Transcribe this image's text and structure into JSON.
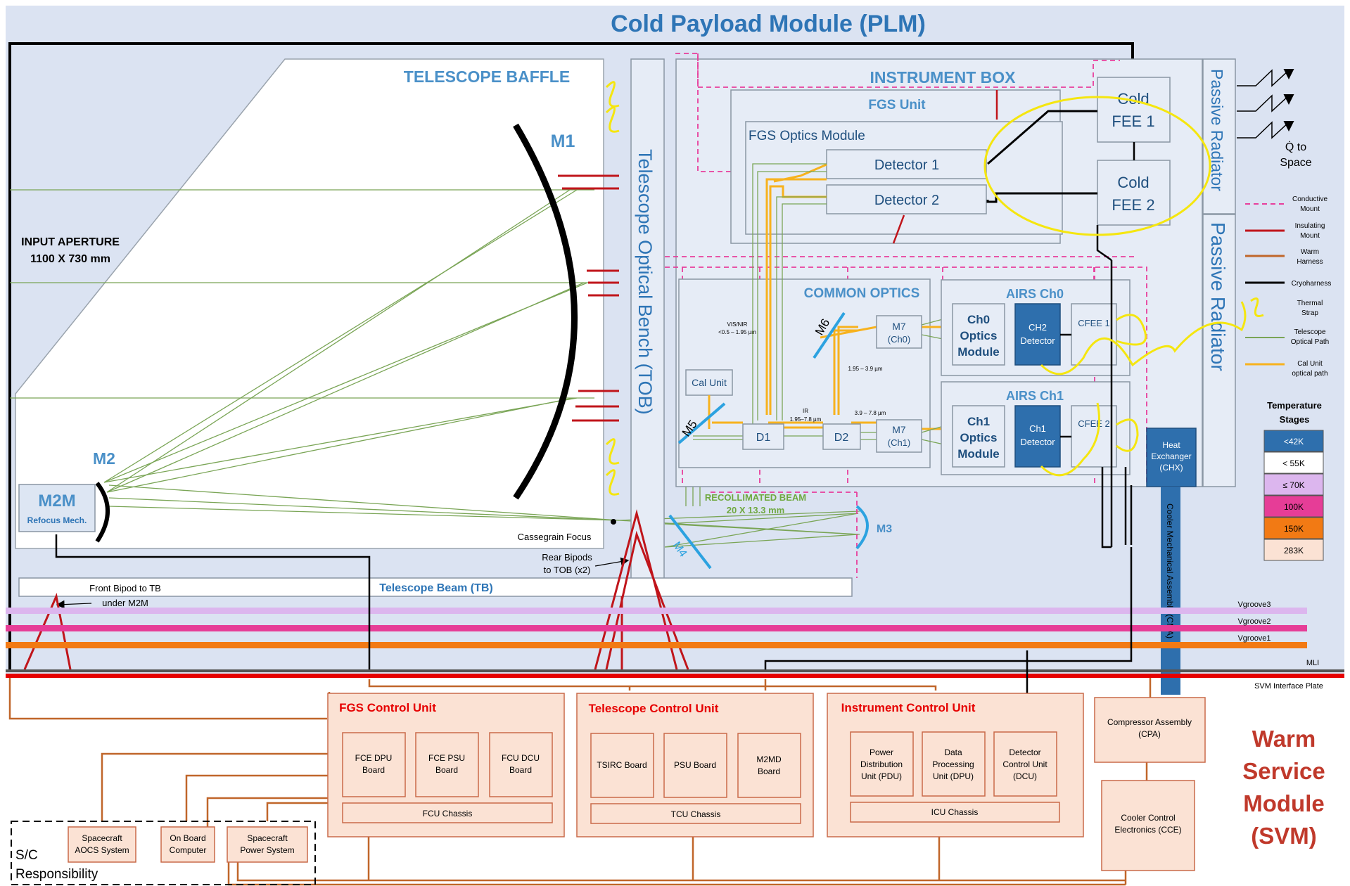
{
  "plm": {
    "title": "Cold Payload Module (PLM)",
    "telescope_baffle": "TELESCOPE BAFFLE",
    "input_aperture_line1": "INPUT APERTURE",
    "input_aperture_line2": "1100 X 730 mm",
    "m1": "M1",
    "m2": "M2",
    "m2m": "M2M",
    "m2m_sub": "Refocus Mech.",
    "cassegrain_focus": "Cassegrain Focus",
    "rear_bipods_line1": "Rear Bipods",
    "rear_bipods_line2": "to TOB (x2)",
    "front_bipod_line1": "Front Bipod to TB",
    "front_bipod_line2": "under M2M",
    "telescope_beam": "Telescope Beam (TB)",
    "tob": "Telescope Optical Bench (TOB)",
    "instrument_box": "INSTRUMENT BOX",
    "fgs_unit": "FGS Unit",
    "fgs_optics_module": "FGS Optics Module",
    "detector1": "Detector 1",
    "detector2": "Detector 2",
    "cold_fee1_line1": "Cold",
    "cold_fee1_line2": "FEE 1",
    "cold_fee2_line1": "Cold",
    "cold_fee2_line2": "FEE 2",
    "passive_radiator_1": "Passive Radiator",
    "passive_radiator_2": "Passive Radiator",
    "q_to_space_line1": "Q̇ to",
    "q_to_space_line2": "Space",
    "common_optics": "COMMON OPTICS",
    "vis_nir_line1": "VIS/NIR",
    "vis_nir_line2": "<0.5 – 1.95 µm",
    "cal_unit": "Cal Unit",
    "m5": "M5",
    "m6": "M6",
    "m4": "M4",
    "m3": "M3",
    "d1": "D1",
    "d2": "D2",
    "ir_line1": "IR",
    "ir_line2": "1.95–7.8 µm",
    "band_195_39": "1.95 – 3.9 µm",
    "band_39_78": "3.9 – 7.8 µm",
    "m7_ch0_line1": "M7",
    "m7_ch0_line2": "(Ch0)",
    "m7_ch1_line1": "M7",
    "m7_ch1_line2": "(Ch1)",
    "airs_ch0": "AIRS Ch0",
    "airs_ch1": "AIRS Ch1",
    "ch0_optics_line1": "Ch0",
    "ch0_optics_line2": "Optics",
    "ch0_optics_line3": "Module",
    "ch1_optics_line1": "Ch1",
    "ch1_optics_line2": "Optics",
    "ch1_optics_line3": "Module",
    "ch2_detector_line1": "CH2",
    "ch2_detector_line2": "Detector",
    "ch1_detector_line1": "Ch1",
    "ch1_detector_line2": "Detector",
    "cfee1": "CFEE 1",
    "cfee2": "CFEE 2",
    "heat_exchanger_line1": "Heat",
    "heat_exchanger_line2": "Exchanger",
    "heat_exchanger_line3": "(CHX)",
    "cma": "Cooler Mechanical Assembly (CMA)",
    "recollimated_beam_line1": "RECOLLIMATED BEAM",
    "recollimated_beam_line2": "20 X 13.3 mm",
    "vgroove3": "Vgroove3",
    "vgroove2": "Vgroove2",
    "vgroove1": "Vgroove1",
    "mli": "MLI",
    "svm_interface_plate": "SVM Interface Plate"
  },
  "legend": {
    "items": [
      {
        "label_line1": "Conductive",
        "label_line2": "Mount",
        "color": "#e83e9c",
        "style": "dashed"
      },
      {
        "label_line1": "Insulating",
        "label_line2": "Mount",
        "color": "#c0151b",
        "style": "solid"
      },
      {
        "label_line1": "Warm",
        "label_line2": "Harness",
        "color": "#c0662a",
        "style": "solid"
      },
      {
        "label_line1": "Cryoharness",
        "label_line2": "",
        "color": "#000000",
        "style": "solid"
      },
      {
        "label_line1": "Thermal",
        "label_line2": "Strap",
        "color": "#f5e60f",
        "style": "wavy"
      },
      {
        "label_line1": "Telescope",
        "label_line2": "Optical Path",
        "color": "#7aa556",
        "style": "solid"
      },
      {
        "label_line1": "Cal Unit",
        "label_line2": "optical path",
        "color": "#f7b21e",
        "style": "solid"
      }
    ],
    "temp_title_line1": "Temperature",
    "temp_title_line2": "Stages",
    "temp_stages": [
      {
        "label": "<42K",
        "color": "#2e6fad",
        "text_color": "#ffffff"
      },
      {
        "label": "< 55K",
        "color": "#ffffff",
        "text_color": "#000000"
      },
      {
        "label": "≤ 70K",
        "color": "#dcb6ee",
        "text_color": "#000000"
      },
      {
        "label": "100K",
        "color": "#e63d97",
        "text_color": "#000000"
      },
      {
        "label": "150K",
        "color": "#f27a14",
        "text_color": "#000000"
      },
      {
        "label": "283K",
        "color": "#fbe2d4",
        "text_color": "#000000"
      }
    ]
  },
  "svm": {
    "title_line1": "Warm",
    "title_line2": "Service",
    "title_line3": "Module",
    "title_line4": "(SVM)",
    "fgs_cu": "FGS Control Unit",
    "fce_dpu_line1": "FCE DPU",
    "fce_dpu_line2": "Board",
    "fce_psu_line1": "FCE PSU",
    "fce_psu_line2": "Board",
    "fcu_dcu_line1": "FCU DCU",
    "fcu_dcu_line2": "Board",
    "fcu_chassis": "FCU Chassis",
    "tcu": "Telescope Control Unit",
    "tsirc_board": "TSIRC Board",
    "psu_board": "PSU Board",
    "m2md_line1": "M2MD",
    "m2md_line2": "Board",
    "tcu_chassis": "TCU Chassis",
    "icu": "Instrument Control Unit",
    "pdu_line1": "Power",
    "pdu_line2": "Distribution",
    "pdu_line3": "Unit (PDU)",
    "dpu_line1": "Data",
    "dpu_line2": "Processing",
    "dpu_line3": "Unit (DPU)",
    "dcu_line1": "Detector",
    "dcu_line2": "Control Unit",
    "dcu_line3": "(DCU)",
    "icu_chassis": "ICU Chassis",
    "cpa_line1": "Compressor Assembly",
    "cpa_line2": "(CPA)",
    "cce_line1": "Cooler Control",
    "cce_line2": "Electronics (CCE)",
    "sc_aocs_line1": "Spacecraft",
    "sc_aocs_line2": "AOCS System",
    "obc_line1": "On Board",
    "obc_line2": "Computer",
    "sc_power_line1": "Spacecraft",
    "sc_power_line2": "Power System",
    "sc_resp_line1": "S/C",
    "sc_resp_line2": "Responsibility"
  }
}
